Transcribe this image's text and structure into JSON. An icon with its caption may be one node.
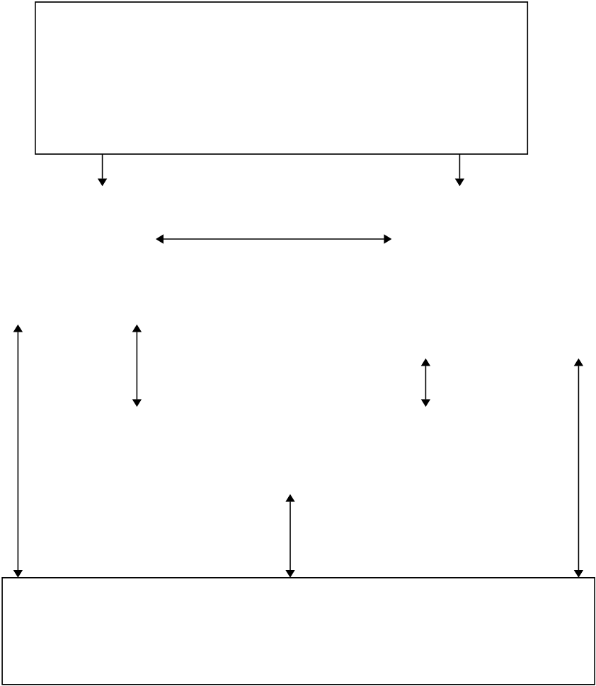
{
  "diagram": {
    "nodes": [
      {
        "text": [],
        "shape": "box"
      },
      {
        "text": [],
        "shape": "box"
      }
    ],
    "edges": [
      {
        "from": 0,
        "to": null,
        "arrow": "to"
      },
      {
        "from": 0,
        "to": null,
        "arrow": "to"
      },
      {
        "from": null,
        "to": 1,
        "arrow": "both"
      },
      {
        "from": null,
        "to": 1,
        "arrow": "both"
      },
      {
        "from": null,
        "to": 1,
        "arrow": "both"
      }
    ]
  }
}
